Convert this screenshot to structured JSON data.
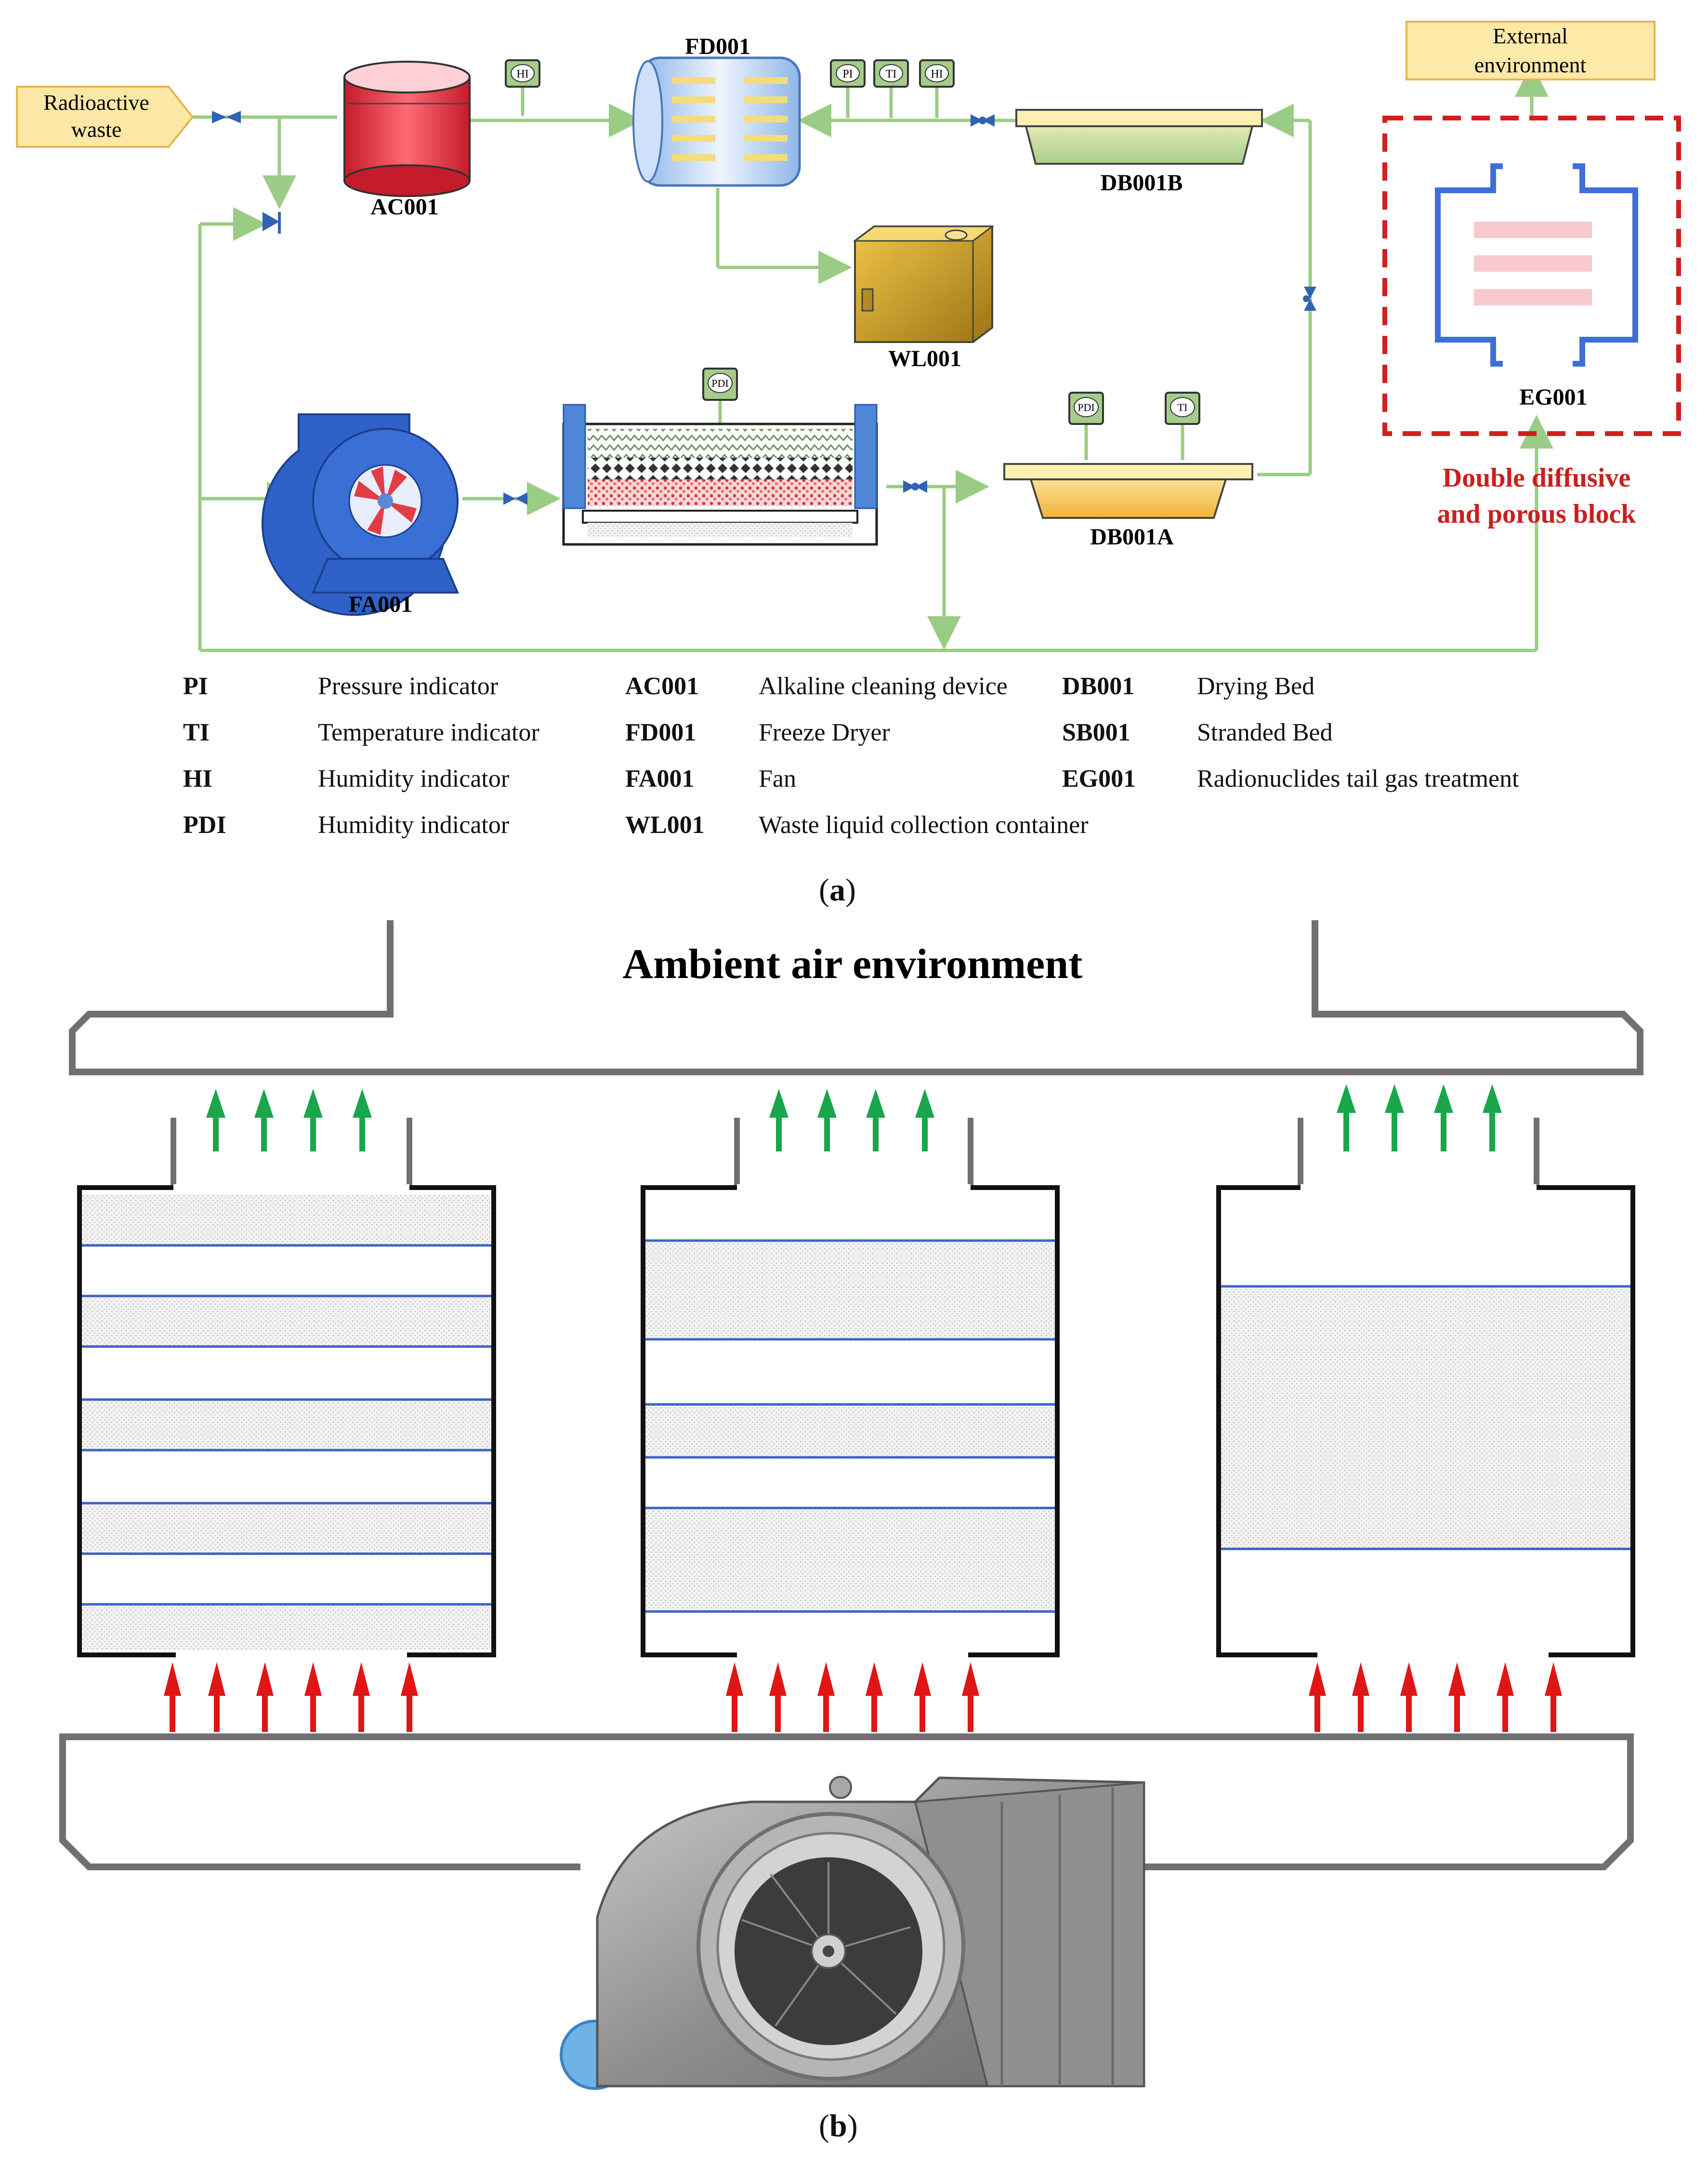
{
  "diagram_a": {
    "inputs": {
      "radioactive_waste": [
        "Radioactive",
        "waste"
      ]
    },
    "output": {
      "external_environment": [
        "External",
        "environment"
      ]
    },
    "equipment": {
      "ac001": "AC001",
      "fd001": "FD001",
      "wl001": "WL001",
      "db001b": "DB001B",
      "db001a": "DB001A",
      "fa001": "FA001",
      "eg001": "EG001"
    },
    "instruments": {
      "hi_ac": "HI",
      "pi_fd": "PI",
      "ti_fd": "TI",
      "hi_fd": "HI",
      "pdi_bed": "PDI",
      "pdi_db": "PDI",
      "ti_db": "TI"
    },
    "eg_block_label": [
      "Double diffusive",
      "and porous block"
    ],
    "legend": [
      [
        {
          "abbr": "PI",
          "desc": "Pressure indicator"
        },
        {
          "abbr": "AC001",
          "desc": "Alkaline cleaning device"
        },
        {
          "abbr": "DB001",
          "desc": "Drying Bed"
        }
      ],
      [
        {
          "abbr": "TI",
          "desc": "Temperature indicator"
        },
        {
          "abbr": "FD001",
          "desc": "Freeze Dryer"
        },
        {
          "abbr": "SB001",
          "desc": "Stranded Bed"
        }
      ],
      [
        {
          "abbr": "HI",
          "desc": "Humidity indicator"
        },
        {
          "abbr": "FA001",
          "desc": "Fan"
        },
        {
          "abbr": "EG001",
          "desc": "Radionuclides tail gas treatment"
        }
      ],
      [
        {
          "abbr": "PDI",
          "desc": "Humidity indicator"
        },
        {
          "abbr": "WL001",
          "desc": "Waste liquid collection container"
        }
      ]
    ],
    "caption": {
      "open": "(",
      "letter": "a",
      "close": ")"
    }
  },
  "diagram_b": {
    "ambient_label": "Ambient air environment",
    "caption": {
      "open": "(",
      "letter": "b",
      "close": ")"
    }
  },
  "colors": {
    "pipe": "#9bcc85",
    "valve": "#2f62b0",
    "eg_frame": "#d0201e",
    "eg_label": "#c8201f",
    "air_up_green": "#1aa64a",
    "air_in_red": "#e01616",
    "duct": "#707070",
    "separator_blue": "#3b63c4"
  }
}
